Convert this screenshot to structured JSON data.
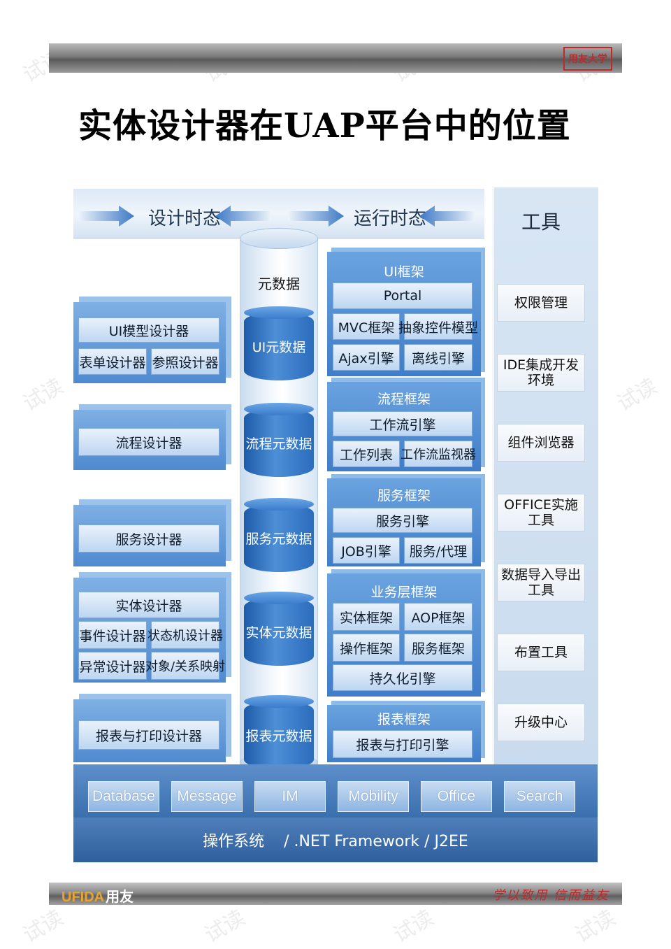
{
  "header": {
    "stamp_text": "用友大学"
  },
  "title": "实体设计器在UAP平台中的位置",
  "phases": {
    "design": "设计时态",
    "runtime": "运行时态"
  },
  "tools": {
    "title": "工具",
    "items": [
      "权限管理",
      "IDE集成开发环境",
      "组件浏览器",
      "OFFICE实施工具",
      "数据导入导出工具",
      "布置工具",
      "升级中心"
    ]
  },
  "metadata": {
    "title": "元数据",
    "items": [
      "UI元数据",
      "流程元数据",
      "服务元数据",
      "实体元数据",
      "报表元数据"
    ]
  },
  "designers": {
    "ui_model": "UI模型设计器",
    "form": "表单设计器",
    "reference": "参照设计器",
    "flow": "流程设计器",
    "service": "服务设计器",
    "entity": "实体设计器",
    "event": "事件设计器",
    "state_machine": "状态机设计器",
    "exception": "异常设计器",
    "object_mapping": "对象/关系映射",
    "report_print": "报表与打印设计器"
  },
  "frameworks": {
    "ui": {
      "title": "UI框架",
      "portal": "Portal",
      "mvc": "MVC框架",
      "abstract_ctrl": "抽象控件模型",
      "ajax": "Ajax引擎",
      "offline": "离线引擎"
    },
    "flow": {
      "title": "流程框架",
      "workflow": "工作流引擎",
      "worklist": "工作列表",
      "monitor": "工作流监视器"
    },
    "service": {
      "title": "服务框架",
      "engine": "服务引擎",
      "job": "JOB引擎",
      "proxy": "服务/代理"
    },
    "business": {
      "title": "业务层框架",
      "entity": "实体框架",
      "aop": "AOP框架",
      "operation": "操作框架",
      "service": "服务框架",
      "persist": "持久化引擎"
    },
    "report": {
      "title": "报表框架",
      "engine": "报表与打印引擎"
    }
  },
  "services": [
    "Database",
    "Message",
    "IM",
    "Mobility",
    "Office",
    "Search"
  ],
  "platform": "操作系统    / .NET Framework / J2EE",
  "footer": {
    "brand_en": "UFIDA",
    "brand_cn": "用友",
    "slogan": "学以致用 信而益友"
  },
  "colors": {
    "primary_blue": "#3f7dc8",
    "light_blue": "#bdd6f1",
    "stamp_red": "#c0282a"
  }
}
